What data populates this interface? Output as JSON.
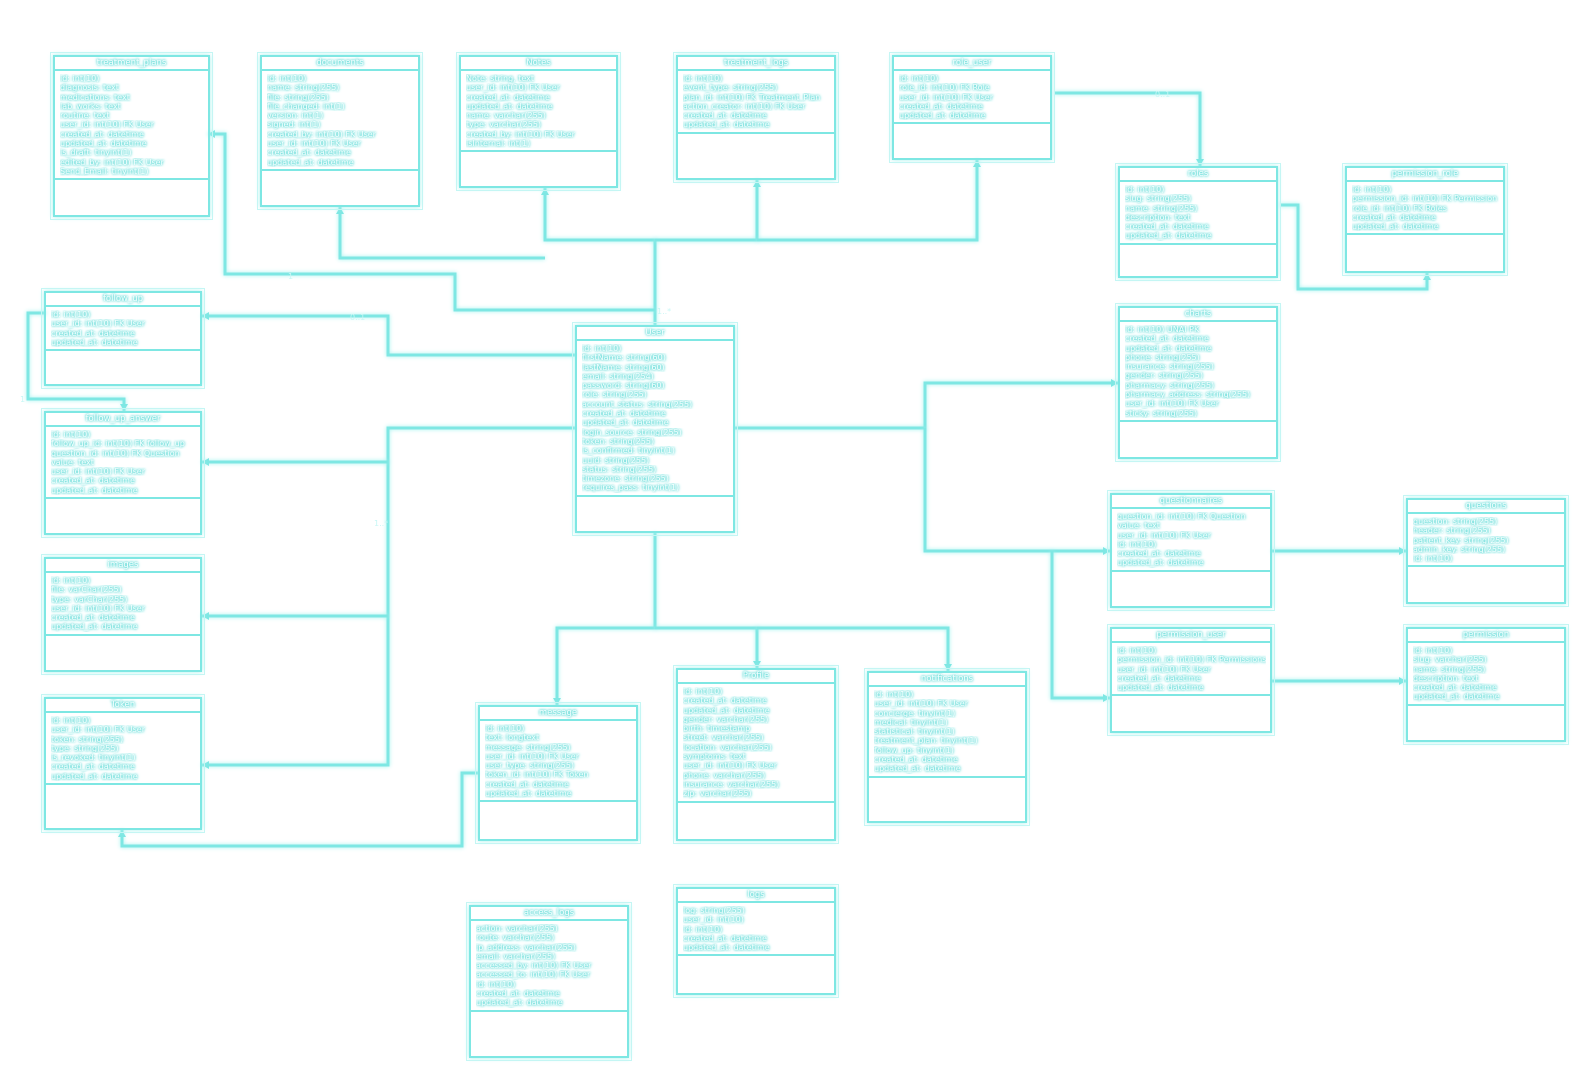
{
  "entities": [
    {
      "id": "treatment_plans",
      "name": "treatment_plans",
      "attributes": [
        "id: int(10)",
        "diagnosis: text",
        "medications: text",
        "lab_works: text",
        "routine: text",
        "user_id: int(10) FK User",
        "created_at: datetime",
        "updated_at: datetime",
        "is_draft: tinyint(1)",
        "edited_by: int(10) FK User",
        "Send_Email: tinyint(1)"
      ]
    },
    {
      "id": "documents",
      "name": "documents",
      "attributes": [
        "id: int(10)",
        "name: string(255)",
        "file: string(255)",
        "file_changed: int(1)",
        "version: int(1)",
        "signed: int(1)",
        "created_by: int(10) FK User",
        "user_id: int(10) FK User",
        "created_at: datetime",
        "updated_at: datetime"
      ]
    },
    {
      "id": "Notes",
      "name": "Notes",
      "attributes": [
        "Note: string, text",
        "user_id: int(10) FK User",
        "created_at: datetime",
        "updated_at: datetime",
        "name: varchar(255)",
        "type: varchar(255)",
        "created_by: int(10) FK User",
        "isInternal: int(1)"
      ]
    },
    {
      "id": "treatment_logs",
      "name": "treatment_logs",
      "attributes": [
        "id: int(10)",
        "event_type: string(255)",
        "plan_id: int(10) FK Treatment_Plan",
        "action_creator: int(10) FK User",
        "created_at: datetime",
        "updated_at: datetime"
      ]
    },
    {
      "id": "role_user",
      "name": "role_user",
      "attributes": [
        "id: int(10)",
        "role_id: int(10) FK Role",
        "user_id: int(10) FK User",
        "created_at: datetime",
        "updated_at: datetime"
      ]
    },
    {
      "id": "roles",
      "name": "roles",
      "attributes": [
        "id: int(10)",
        "slug: string(255)",
        "name: string(255)",
        "description: text",
        "created_at: datetime",
        "updated_at: datetime"
      ]
    },
    {
      "id": "permission_role",
      "name": "permission_role",
      "attributes": [
        "id: int(10)",
        "permission_id: int(10) FK Permission",
        "role_id: int(10) FK Roles",
        "created_at: datetime",
        "updated_at: datetime"
      ]
    },
    {
      "id": "follow_up",
      "name": "follow_up",
      "attributes": [
        "id: int(10)",
        "user_id: int(10) FK User",
        "created_at: datetime",
        "updated_at: datetime"
      ]
    },
    {
      "id": "follow_up_answer",
      "name": "follow_up_answer",
      "attributes": [
        "id: int(10)",
        "follow_up_id: int(10) FK follow_up",
        "question_id: int(10) FK Question",
        "value: text",
        "user_id: int(10) FK User",
        "created_at: datetime",
        "updated_at: datetime"
      ]
    },
    {
      "id": "User",
      "name": "User",
      "attributes": [
        "id: int(10)",
        "firstName: string(60)",
        "lastName: string(60)",
        "email: string(254)",
        "password: string(60)",
        "role: string(255)",
        "account_status: string(255)",
        "created_at: datetime",
        "updated_at: datetime",
        "login_source: string(255)",
        "token: string(255)",
        "is_confirmed: tinyint(1)",
        "uuid: string(255)",
        "status: string(255)",
        "timezone: string(255)",
        "requires_pass: tinyint(1)"
      ]
    },
    {
      "id": "charts",
      "name": "charts",
      "attributes": [
        "id: int(10) UNAI PK",
        "created_at: datetime",
        "updated_at: datetime",
        "phone: string(255)",
        "insurance: string(255)",
        "gender: string(255)",
        "pharmacy: string(255)",
        "pharmacy_address: string(255)",
        "user_id: int(10) FK User",
        "sticky: string(255)"
      ]
    },
    {
      "id": "images",
      "name": "images",
      "attributes": [
        "id: int(10)",
        "file: varChar(255)",
        "type: varChar(255)",
        "user_id: int(10) FK User",
        "created_at: datetime",
        "updated_at: datetime"
      ]
    },
    {
      "id": "questionnaires",
      "name": "questionnaires",
      "attributes": [
        "question_id: int(10) FK Question",
        "value: text",
        "user_id: int(10) FK User",
        "id: int(10)",
        "created_at: datetime",
        "updated_at: datetime"
      ]
    },
    {
      "id": "questions",
      "name": "questions",
      "attributes": [
        "question: string(255)",
        "header: string(255)",
        "patient_key: string(255)",
        "admin_key: string(255)",
        "id: int(10)"
      ]
    },
    {
      "id": "permission_user",
      "name": "permission_user",
      "attributes": [
        "id: int(10)",
        "permission_id: int(10) FK Permissions",
        "user_id: int(10) FK User",
        "created_at: datetime",
        "updated_at: datetime"
      ]
    },
    {
      "id": "permission",
      "name": "permission",
      "attributes": [
        "id: int(10)",
        "slug: varchar(255)",
        "name: string(255)",
        "description: text",
        "created_at: datetime",
        "updated_at: datetime"
      ]
    },
    {
      "id": "Token",
      "name": "Token",
      "attributes": [
        "id: int(10)",
        "user_id: int(10) FK User",
        "token: string(255)",
        "type: string(255)",
        "is_revoked: tinyint(1)",
        "created_at: datetime",
        "updated_at: datetime"
      ]
    },
    {
      "id": "message",
      "name": "message",
      "attributes": [
        "id: int(10)",
        "text: longtext",
        "message: string(255)",
        "user_id: int(10) FK User",
        "user_type: string(255)",
        "token_id: int(10) FK Token",
        "created_at: datetime",
        "updated_at: datetime"
      ]
    },
    {
      "id": "Profile",
      "name": "Profile",
      "attributes": [
        "id: int(10)",
        "created_at: datetime",
        "updated_at: datetime",
        "gender: varchar(255)",
        "birth: timestamp",
        "street: varchar(255)",
        "location: varchar(255)",
        "symptoms: text",
        "user_id: int(10) FK User",
        "phone: varchar(255)",
        "insurance: varchar(255)",
        "zip: varchar(255)"
      ]
    },
    {
      "id": "notifications",
      "name": "notifications",
      "attributes": [
        "id: int(10)",
        "user_id: int(10) FK User",
        "concierge: tinyint(1)",
        "medical: tinyint(1)",
        "statistical: tinyint(1)",
        "treatment_plan: tinyint(1)",
        "follow_up: tinyint(1)",
        "created_at: datetime",
        "updated_at: datetime"
      ]
    },
    {
      "id": "access_logs",
      "name": "access_logs",
      "attributes": [
        "action: varchar(255)",
        "route: varchar(255)",
        "ip_address: varchar(255)",
        "email: varchar(255)",
        "accessed_by: int(10) FK User",
        "accessed_to: int(10) FK User",
        "id: int(10)",
        "created_at: datetime",
        "updated_at: datetime"
      ]
    },
    {
      "id": "logs",
      "name": "logs",
      "attributes": [
        "log: string(255)",
        "user_id: int(10)",
        "id: int(10)",
        "created_at: datetime",
        "updated_at: datetime"
      ]
    }
  ],
  "multiplicities": [
    "1",
    "0..1",
    "1..*",
    "1",
    "0..1"
  ],
  "style": {
    "line_color": "#7ee7e3",
    "text_glow": "#2fcfca",
    "background": "#ffffff"
  }
}
